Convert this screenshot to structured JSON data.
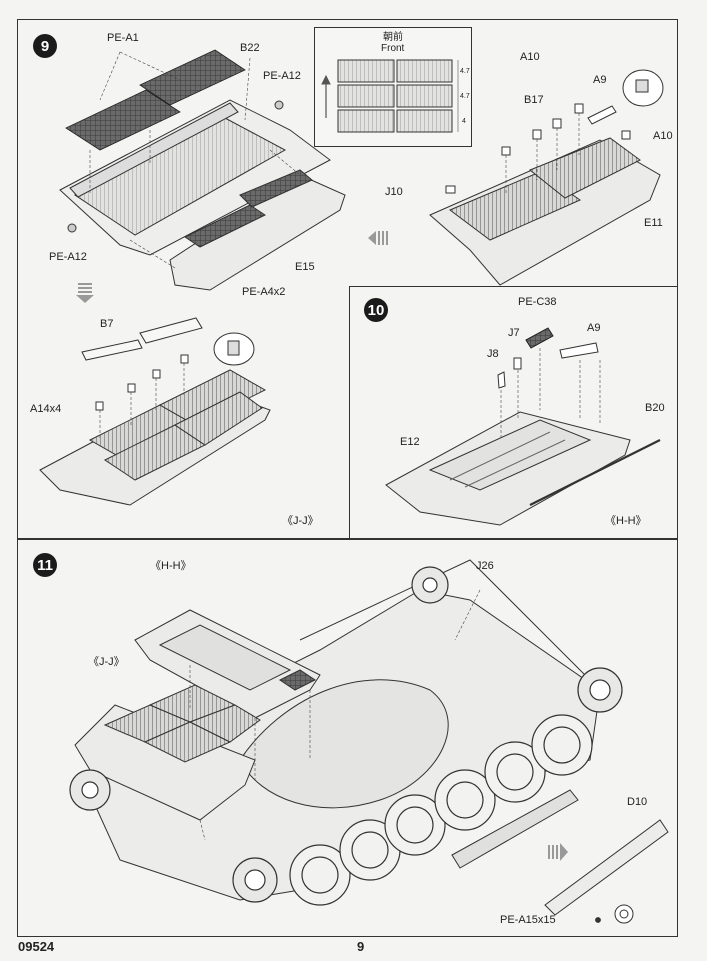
{
  "page": {
    "code": "09524",
    "number": "9"
  },
  "step9": {
    "badge": "9",
    "labels": {
      "pe_a1": "PE-A1",
      "b22": "B22",
      "pe_a12_top": "PE-A12",
      "pe_a12_left": "PE-A12",
      "e15": "E15",
      "pe_a4x2": "PE-A4x2",
      "b7": "B7",
      "a14x4": "A14x4",
      "jj": "《J-J》",
      "a10_top": "A10",
      "a9": "A9",
      "b17": "B17",
      "a10_right": "A10",
      "j10": "J10",
      "e11": "E11"
    },
    "front_box": {
      "cn": "朝前",
      "en": "Front",
      "dims": [
        "4.7",
        "4.7",
        "4"
      ]
    }
  },
  "step10": {
    "badge": "10",
    "labels": {
      "pe_c38": "PE-C38",
      "j7": "J7",
      "a9": "A9",
      "j8": "J8",
      "b20": "B20",
      "e12": "E12",
      "hh": "《H-H》"
    }
  },
  "step11": {
    "badge": "11",
    "labels": {
      "hh": "《H-H》",
      "j26": "J26",
      "jj": "《J-J》",
      "d10": "D10",
      "pe_a15x15": "PE-A15x15"
    }
  }
}
